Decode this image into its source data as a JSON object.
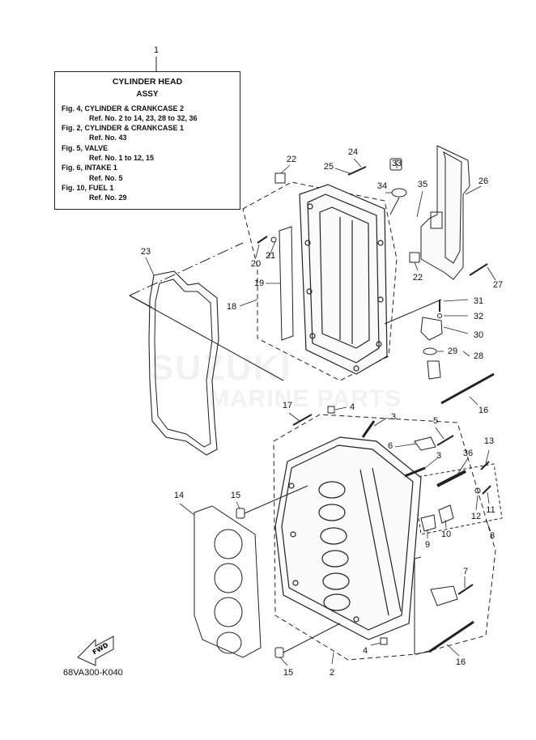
{
  "legend": {
    "callout": "1",
    "title": "CYLINDER HEAD",
    "subtitle": "ASSY",
    "lines": [
      {
        "kind": "fig",
        "text": "Fig. 4, CYLINDER & CRANKCASE 2"
      },
      {
        "kind": "ref",
        "text": "Ref. No. 2 to 14, 23, 28 to 32, 36"
      },
      {
        "kind": "fig",
        "text": "Fig. 2, CYLINDER & CRANKCASE 1"
      },
      {
        "kind": "ref",
        "text": "Ref. No. 43"
      },
      {
        "kind": "fig",
        "text": "Fig. 5, VALVE"
      },
      {
        "kind": "ref",
        "text": "Ref. No. 1 to 12, 15"
      },
      {
        "kind": "fig",
        "text": "Fig. 6, INTAKE 1"
      },
      {
        "kind": "ref",
        "text": "Ref. No. 5"
      },
      {
        "kind": "fig",
        "text": "Fig. 10, FUEL 1"
      },
      {
        "kind": "ref",
        "text": "Ref. No. 29"
      }
    ]
  },
  "callouts": [
    {
      "id": "c22a",
      "text": "22"
    },
    {
      "id": "c24",
      "text": "24"
    },
    {
      "id": "c25",
      "text": "25"
    },
    {
      "id": "c33",
      "text": "33"
    },
    {
      "id": "c34",
      "text": "34"
    },
    {
      "id": "c35",
      "text": "35"
    },
    {
      "id": "c26",
      "text": "26"
    },
    {
      "id": "c23",
      "text": "23"
    },
    {
      "id": "c21",
      "text": "21"
    },
    {
      "id": "c20",
      "text": "20"
    },
    {
      "id": "c19",
      "text": "19"
    },
    {
      "id": "c18",
      "text": "18"
    },
    {
      "id": "c22b",
      "text": "22"
    },
    {
      "id": "c27",
      "text": "27"
    },
    {
      "id": "c31",
      "text": "31"
    },
    {
      "id": "c32",
      "text": "32"
    },
    {
      "id": "c30",
      "text": "30"
    },
    {
      "id": "c29",
      "text": "29"
    },
    {
      "id": "c28",
      "text": "28"
    },
    {
      "id": "c16a",
      "text": "16"
    },
    {
      "id": "c17",
      "text": "17"
    },
    {
      "id": "c4a",
      "text": "4"
    },
    {
      "id": "c3a",
      "text": "3"
    },
    {
      "id": "c5",
      "text": "5"
    },
    {
      "id": "c6",
      "text": "6"
    },
    {
      "id": "c3b",
      "text": "3"
    },
    {
      "id": "c36",
      "text": "36"
    },
    {
      "id": "c13",
      "text": "13"
    },
    {
      "id": "c14",
      "text": "14"
    },
    {
      "id": "c15a",
      "text": "15"
    },
    {
      "id": "c12",
      "text": "12"
    },
    {
      "id": "c11",
      "text": "11"
    },
    {
      "id": "c10",
      "text": "10"
    },
    {
      "id": "c9",
      "text": "9"
    },
    {
      "id": "c8",
      "text": "8"
    },
    {
      "id": "c7",
      "text": "7"
    },
    {
      "id": "c4b",
      "text": "4"
    },
    {
      "id": "c15b",
      "text": "15"
    },
    {
      "id": "c2",
      "text": "2"
    },
    {
      "id": "c16b",
      "text": "16"
    }
  ],
  "fwd_label": "FWD",
  "drawing_code": "68VA300-K040",
  "watermark": {
    "line1": "SUZUKI",
    "line2": "MARINE PARTS"
  }
}
